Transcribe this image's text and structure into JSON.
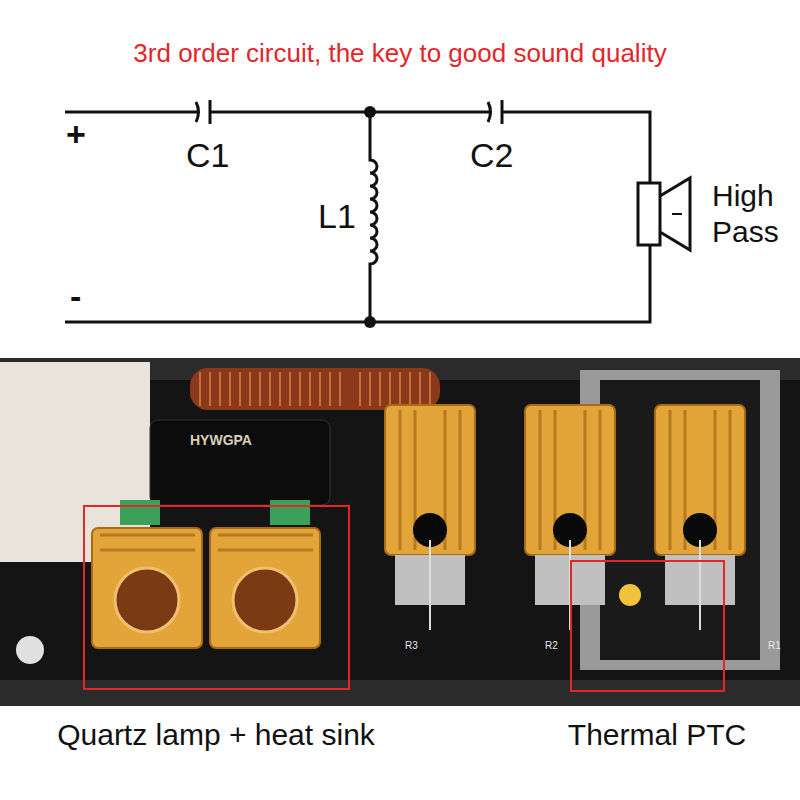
{
  "diagram": {
    "title": "3rd order circuit, the key to good sound quality",
    "nodes": [
      {
        "text": [
          "Quartz lamp + heat sink"
        ]
      },
      {
        "text": [
          "Thermal PTC"
        ]
      }
    ],
    "labels": [
      "+",
      "-",
      "C1",
      "C2",
      "L1",
      "High Pass",
      "HYWGPA",
      "R3",
      "R2",
      "R1"
    ]
  }
}
